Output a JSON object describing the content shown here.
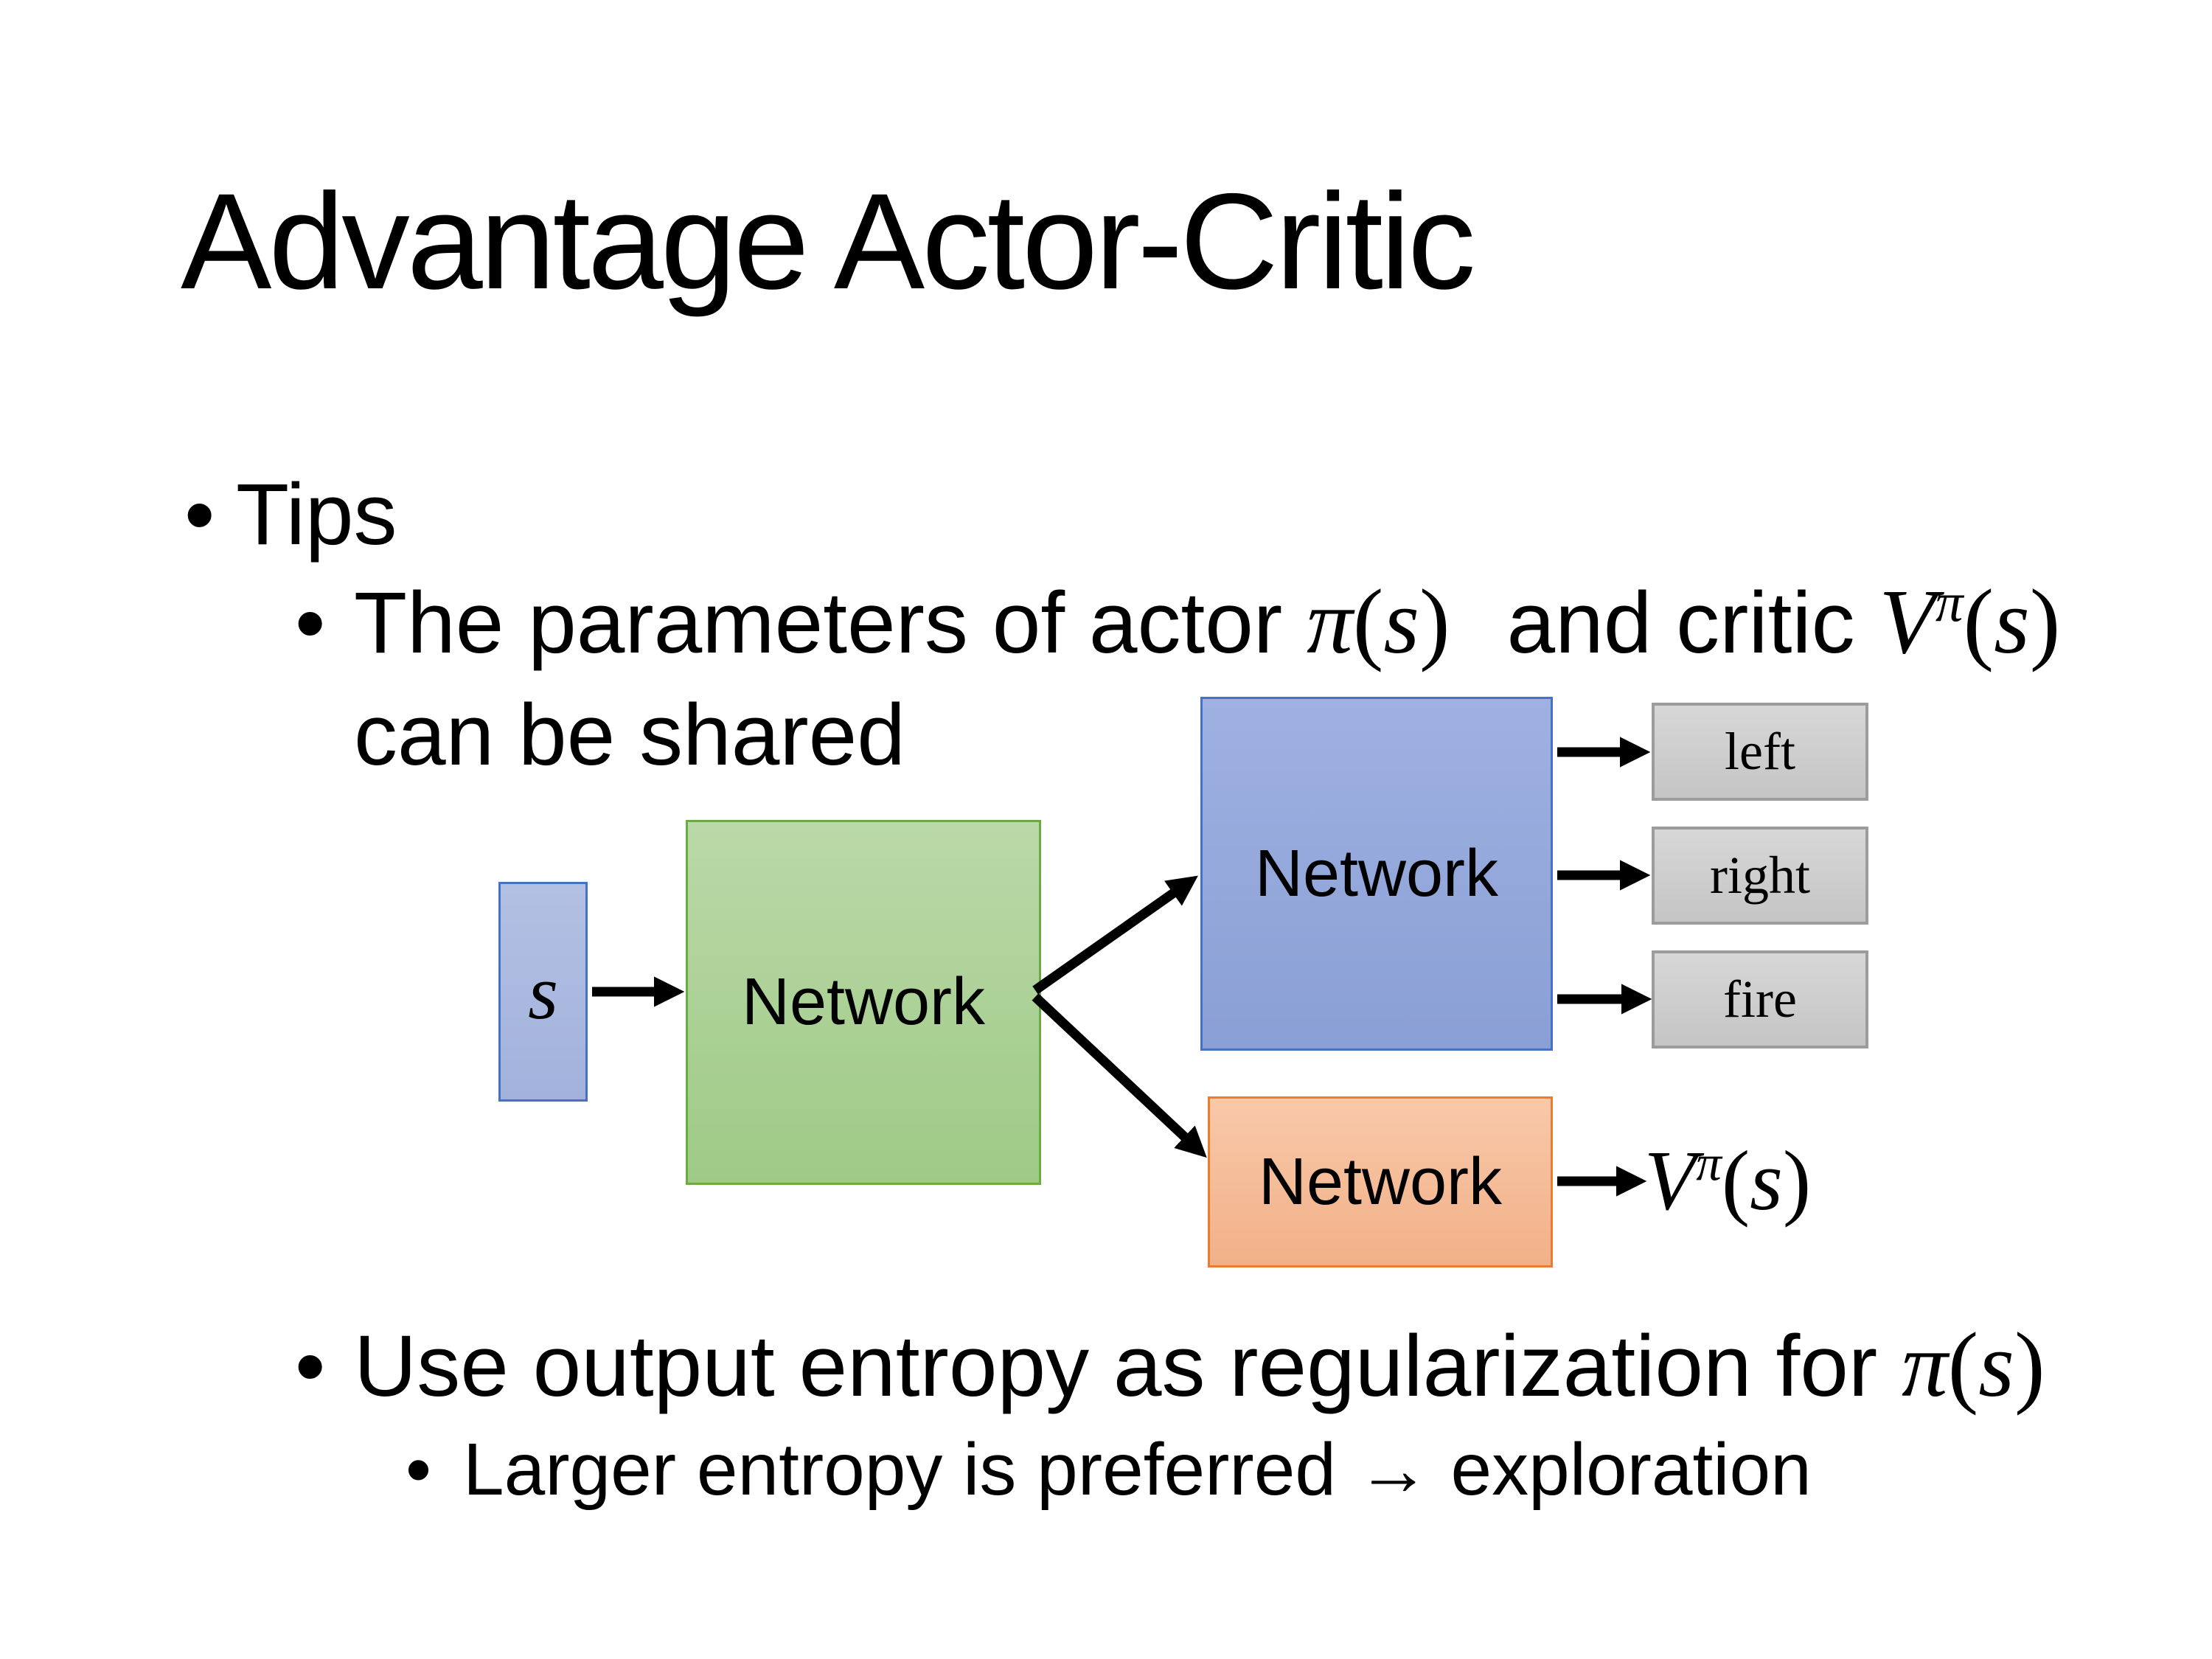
{
  "slide": {
    "title": "Advantage Actor-Critic",
    "bullet_char": "•",
    "tips_label": "Tips",
    "shared_bullet": {
      "pre": "The parameters of actor ",
      "mid": " and critic ",
      "line2": "can be shared"
    },
    "entropy_bullet": {
      "pre": "Use output entropy as regularization for "
    },
    "exploration_bullet": {
      "text": "Larger entropy is preferred → exploration"
    },
    "math": {
      "pi": "π",
      "V": "V",
      "s": "s",
      "open": "(",
      "close": ")"
    }
  },
  "diagram": {
    "state_label": "s",
    "shared_network": "Network",
    "actor_network": "Network",
    "critic_network": "Network",
    "action_labels": [
      "left",
      "right",
      "fire"
    ],
    "value": {
      "base": "V",
      "sup": "π",
      "open": "(",
      "arg": "s",
      "close": ")"
    },
    "colors": {
      "state_fill": "#aab9e0",
      "state_border": "#4472c4",
      "shared_fill_top": "#bad9a8",
      "shared_fill_bottom": "#9fca86",
      "shared_border": "#6cab44",
      "actor_fill_top": "#9fb1e1",
      "actor_fill_bottom": "#8a9fd5",
      "actor_border": "#4472c4",
      "critic_fill_top": "#f8c9a9",
      "critic_fill_bottom": "#f2b088",
      "critic_border": "#e87d31",
      "action_fill_top": "#d7d7d7",
      "action_fill_bottom": "#c5c5c5",
      "action_border": "#9c9c9c",
      "arrow": "#000000",
      "text": "#000000",
      "background": "#ffffff"
    }
  }
}
